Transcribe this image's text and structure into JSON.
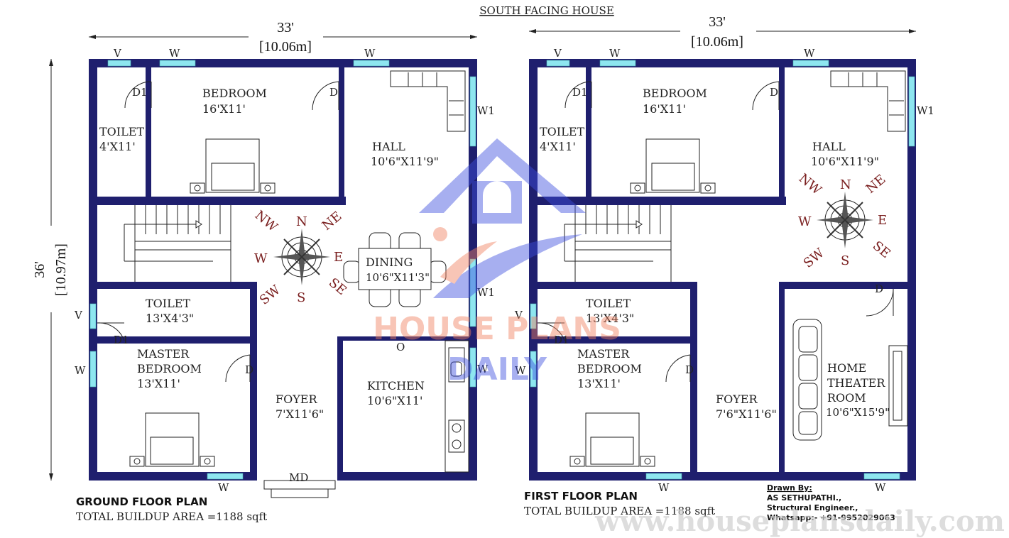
{
  "title": "SOUTH FACING HOUSE",
  "dimensions": {
    "width_ft": "33'",
    "width_m": "[10.06m]",
    "depth_ft": "36'",
    "depth_m": "[10.97m]"
  },
  "ground_floor": {
    "caption": "GROUND FLOOR PLAN",
    "area": "TOTAL BUILDUP AREA =1188 sqft",
    "rooms": {
      "bedroom": {
        "name": "BEDROOM",
        "size": "16'X11'"
      },
      "toilet_top": {
        "name": "TOILET",
        "size": "4'X11'"
      },
      "hall": {
        "name": "HALL",
        "size": "10'6\"X11'9\""
      },
      "dining": {
        "name": "DINING",
        "size": "10'6\"X11'3\""
      },
      "toilet_mid": {
        "name": "TOILET",
        "size": "13'X4'3\""
      },
      "master_line1": "MASTER",
      "master_line2": "BEDROOM",
      "master_size": "13'X11'",
      "foyer": {
        "name": "FOYER",
        "size": "7'X11'6\""
      },
      "kitchen": {
        "name": "KITCHEN",
        "size": "10'6\"X11'"
      }
    },
    "labels": {
      "v1": "V",
      "w1": "W",
      "w2": "W",
      "d1": "D1",
      "d": "D",
      "w1_hall": "W1",
      "w1_dining": "W1",
      "v_left": "V",
      "w_left": "W",
      "d1_mid": "D1",
      "d_master": "D",
      "w_kitchen": "W",
      "o": "O",
      "md": "MD",
      "w_bottom": "W"
    }
  },
  "first_floor": {
    "caption": "FIRST FLOOR PLAN",
    "area": "TOTAL BUILDUP AREA =1188 sqft",
    "rooms": {
      "bedroom": {
        "name": "BEDROOM",
        "size": "16'X11'"
      },
      "toilet_top": {
        "name": "TOILET",
        "size": "4'X11'"
      },
      "hall": {
        "name": "HALL",
        "size": "10'6\"X11'9\""
      },
      "toilet_mid": {
        "name": "TOILET",
        "size": "13'X4'3\""
      },
      "master_line1": "MASTER",
      "master_line2": "BEDROOM",
      "master_size": "13'X11'",
      "foyer": {
        "name": "FOYER",
        "size": "7'6\"X11'6\""
      },
      "home_line1": "HOME",
      "home_line2": "THEATER",
      "home_line3": "ROOM",
      "home_size": "10'6\"X15'9\""
    },
    "labels": {
      "v1": "V",
      "w1": "W",
      "w2": "W",
      "d1": "D1",
      "d": "D",
      "w1_hall": "W1",
      "v_left": "V",
      "w_left": "W",
      "d1_mid": "D1",
      "d_master": "D",
      "d_home": "D",
      "w_bottom1": "W",
      "w_bottom2": "W"
    }
  },
  "compass": {
    "n": "N",
    "s": "S",
    "e": "E",
    "w": "W",
    "ne": "NE",
    "nw": "NW",
    "se": "SE",
    "sw": "SW"
  },
  "credits": {
    "drawn_by": "Drawn By:",
    "name": "AS SETHUPATHI.,",
    "role": "Structural Engineer.,",
    "phone": "Whatsapp:- +91-9952029063"
  },
  "watermark": {
    "brand_line1": "HOUSE PLANS",
    "brand_line2": "DAILY",
    "url": "www.houseplansdaily.com"
  },
  "colors": {
    "wall": "#1f1f6e",
    "window": "#8ee6f0",
    "watermark_blue": "#3d4fe0",
    "watermark_orange": "#f08060",
    "compass": "#7a1f1f"
  }
}
